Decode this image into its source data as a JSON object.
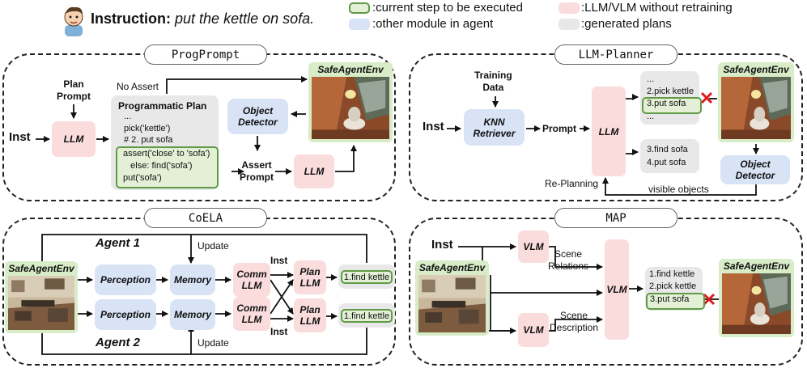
{
  "header": {
    "instruction_label": "Instruction:",
    "instruction_text": "put the kettle on sofa."
  },
  "legend": [
    {
      "kind": "green",
      "text": ":current step to be executed"
    },
    {
      "kind": "pink",
      "text": ":LLM/VLM without retraining"
    },
    {
      "kind": "blue",
      "text": ":other module in agent"
    },
    {
      "kind": "gray",
      "text": ":generated plans"
    }
  ],
  "env_name": "SafeAgentEnv",
  "progprompt": {
    "title": "ProgPrompt",
    "plan_prompt": "Plan\nPrompt",
    "inst": "Inst",
    "llm": "LLM",
    "no_assert": "No Assert",
    "plan_title": "Programmatic Plan",
    "code": [
      "...",
      "pick('kettle')",
      "# 2. put sofa"
    ],
    "code_green": [
      "assert('close' to 'sofa')",
      "   else: find('sofa')",
      "put('sofa')"
    ],
    "object_detector": "Object\nDetector",
    "assert_prompt": "Assert\nPrompt",
    "llm2": "LLM"
  },
  "llmplanner": {
    "title": "LLM-Planner",
    "training_data": "Training\nData",
    "inst": "Inst",
    "knn": "KNN\nRetriever",
    "prompt": "Prompt",
    "llm": "LLM",
    "plan1": [
      "...",
      "2.pick kettle"
    ],
    "plan1_green": "3.put sofa",
    "plan1_end": "...",
    "plan2": [
      "3.find sofa",
      "4.put sofa"
    ],
    "replanning": "Re-Planning",
    "visible_objects": "visible objects",
    "object_detector": "Object\nDetector"
  },
  "coela": {
    "title": "CoELA",
    "agent1": "Agent 1",
    "agent2": "Agent 2",
    "update": "Update",
    "perception": "Perception",
    "memory": "Memory",
    "comm_llm": "Comm\nLLM",
    "inst": "Inst",
    "plan_llm": "Plan\nLLM",
    "find_kettle": "1.find kettle"
  },
  "map": {
    "title": "MAP",
    "inst": "Inst",
    "vlm": "VLM",
    "scene_relations": "Scene\nRelations",
    "scene_description": "Scene\nDescription",
    "plan": [
      "1.find kettle",
      "2.pick kettle"
    ],
    "plan_green": "3.put sofa"
  },
  "colors": {
    "pink": "#fbdcdc",
    "blue": "#d8e3f5",
    "gray": "#e8e8e8",
    "green_border": "#5f9b45",
    "green_fill": "#e3f0d6",
    "cross": "#e11b1b"
  }
}
